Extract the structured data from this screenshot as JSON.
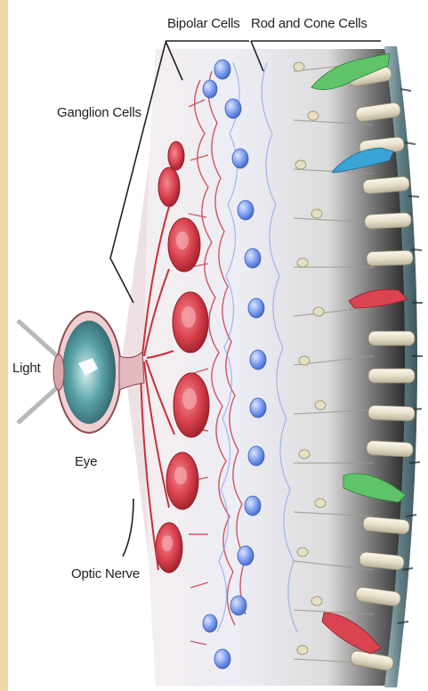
{
  "labels": {
    "bipolar_cells": "Bipolar Cells",
    "rod_and_cone_cells": "Rod and Cone Cells",
    "ganglion_cells": "Ganglion Cells",
    "light": "Light",
    "eye": "Eye",
    "optic_nerve": "Optic Nerve"
  },
  "colors": {
    "border_strip": "#ecd9a6",
    "ganglion_cell": "#d9434f",
    "bipolar_cell": "#6f93e8",
    "rod_cell": "#e9e3cf",
    "cone_green": "#5fc36a",
    "cone_blue": "#3aa3d6",
    "cone_red": "#d94450",
    "back_wall": "#5f7c84",
    "eye_iris": "#3e7f86"
  }
}
